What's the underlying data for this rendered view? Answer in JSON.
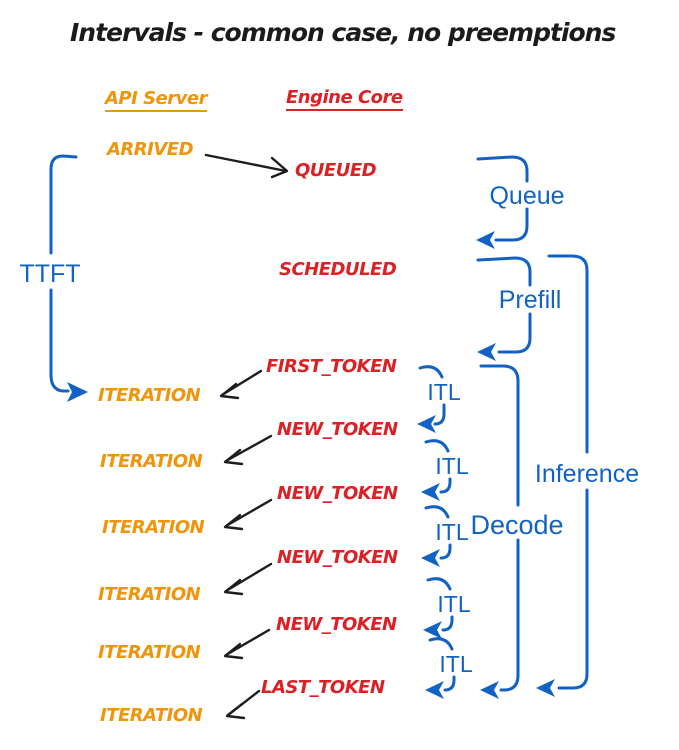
{
  "title": "Intervals - common case, no preemptions",
  "columns": {
    "api_server": "API Server",
    "engine_core": "Engine Core"
  },
  "api_events": {
    "arrived": "ARRIVED",
    "iterations": [
      "ITERATION",
      "ITERATION",
      "ITERATION",
      "ITERATION",
      "ITERATION",
      "ITERATION"
    ]
  },
  "engine_events": {
    "queued": "QUEUED",
    "scheduled": "SCHEDULED",
    "tokens": [
      "FIRST_TOKEN",
      "NEW_TOKEN",
      "NEW_TOKEN",
      "NEW_TOKEN",
      "NEW_TOKEN",
      "LAST_TOKEN"
    ]
  },
  "intervals": {
    "ttft": "TTFT",
    "queue": "Queue",
    "prefill": "Prefill",
    "itl_labels": [
      "ITL",
      "ITL",
      "ITL",
      "ITL",
      "ITL"
    ],
    "decode": "Decode",
    "inference": "Inference"
  },
  "colors": {
    "api_server_orange": "#F0940C",
    "engine_core_red": "#DC2126",
    "interval_blue": "#1262C4",
    "ink_black": "#1d1d1f",
    "background": "#FFFFFF"
  }
}
